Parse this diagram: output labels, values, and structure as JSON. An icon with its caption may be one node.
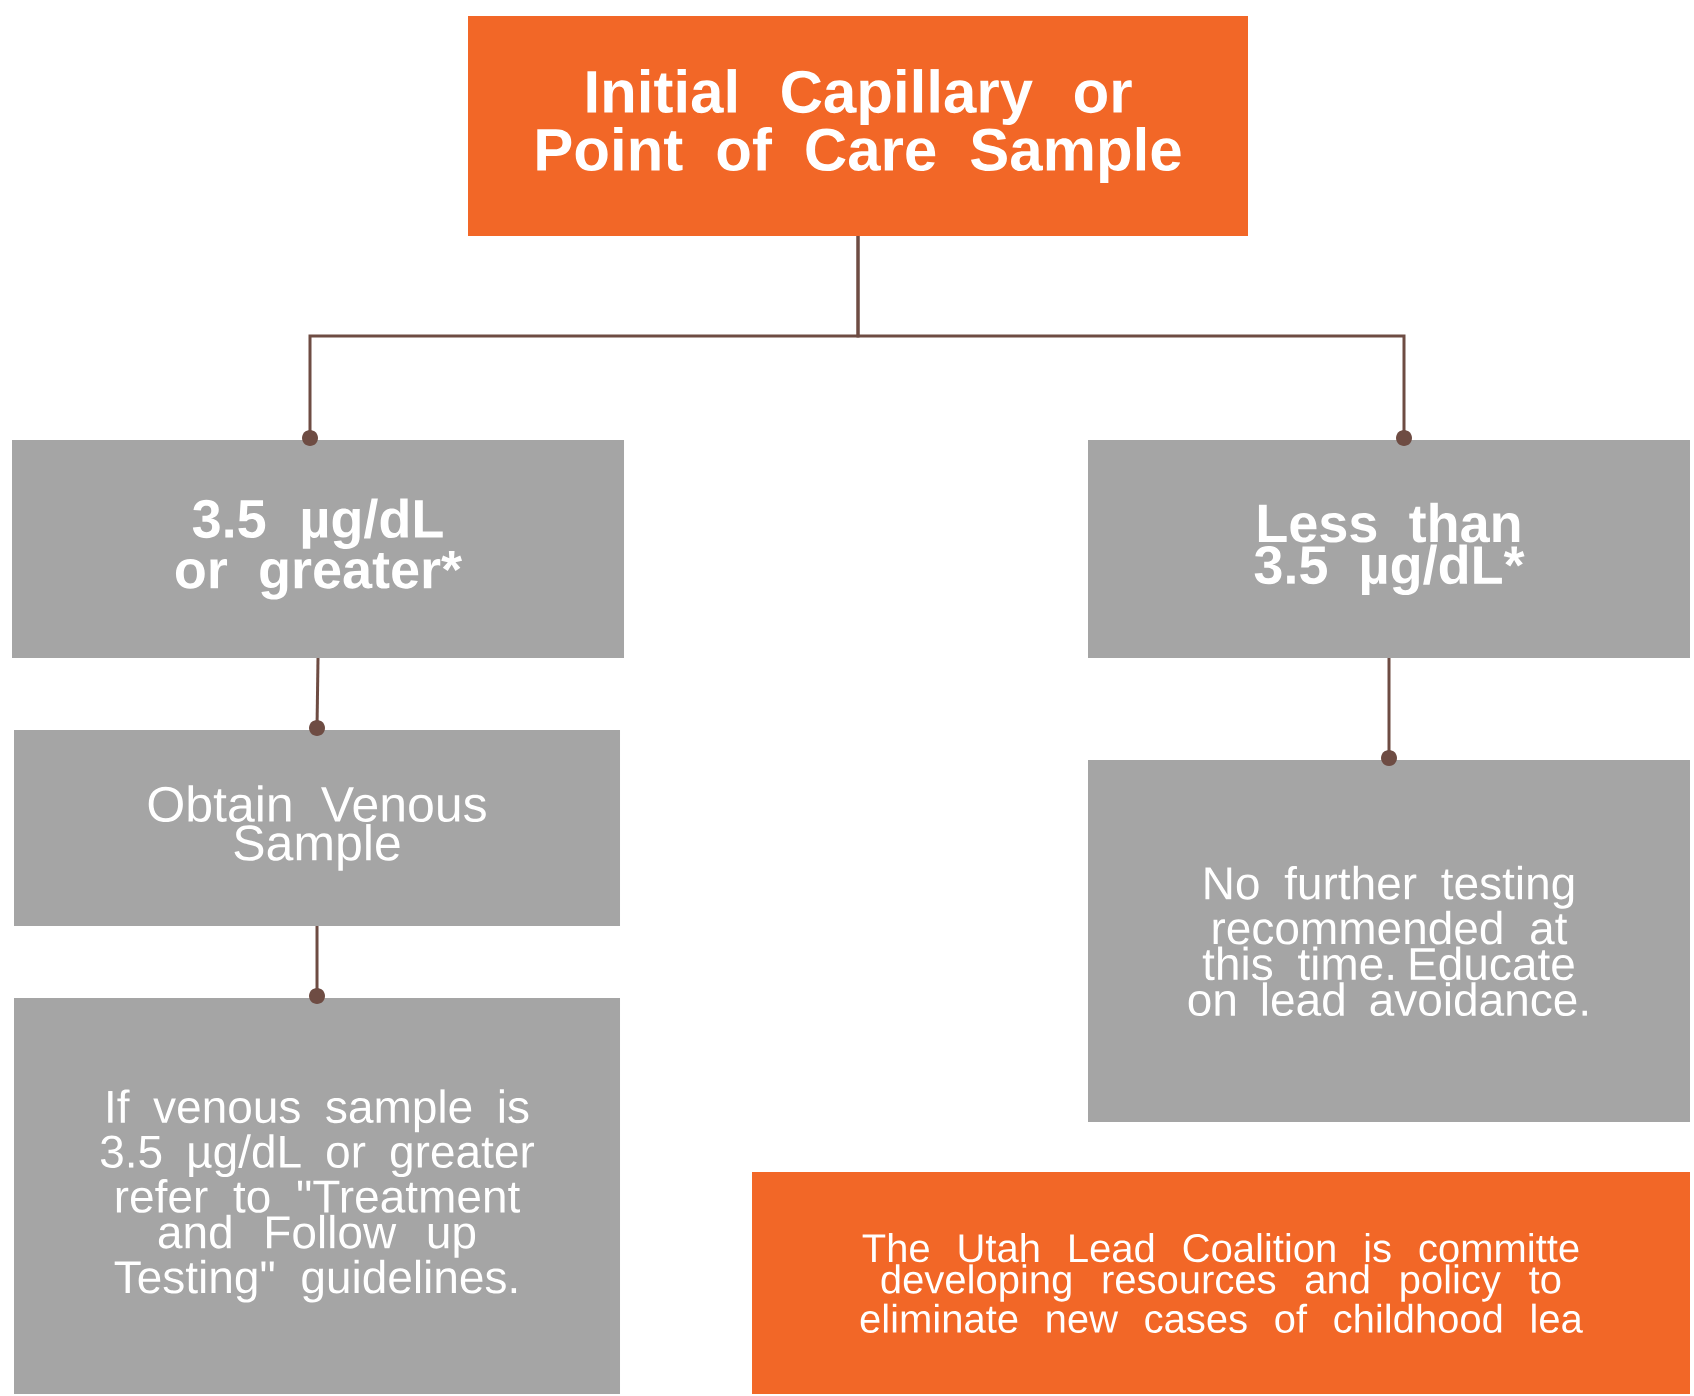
{
  "diagram": {
    "nodes": [
      {
        "text": [
          "Initial Capillary or Point of Care Sample"
        ]
      },
      {
        "text": [
          "3.5 µg/dL or greater*"
        ]
      },
      {
        "text": [
          "Less than 3.5 µg/dL*"
        ]
      },
      {
        "text": [
          "Obtain Venous Sample"
        ]
      },
      {
        "text": [
          "If venous sample is 3.5 µg/dL or greater refer to \"Treatment and Follow up Testing\" guidelines."
        ]
      },
      {
        "text": [
          "No further testing recommended at this time. Educate on lead avoidance."
        ]
      },
      {
        "text": [
          "The Utah Lead Coalition is committe developing resources and policy to eliminate new cases of childhood lea"
        ]
      }
    ],
    "edges": [
      {
        "from": 0,
        "to": 1,
        "arrow": "other"
      },
      {
        "from": 0,
        "to": 2,
        "arrow": "other"
      },
      {
        "from": 1,
        "to": 3,
        "arrow": "other"
      },
      {
        "from": 3,
        "to": 4,
        "arrow": "other"
      },
      {
        "from": 2,
        "to": 5,
        "arrow": "other"
      }
    ]
  }
}
